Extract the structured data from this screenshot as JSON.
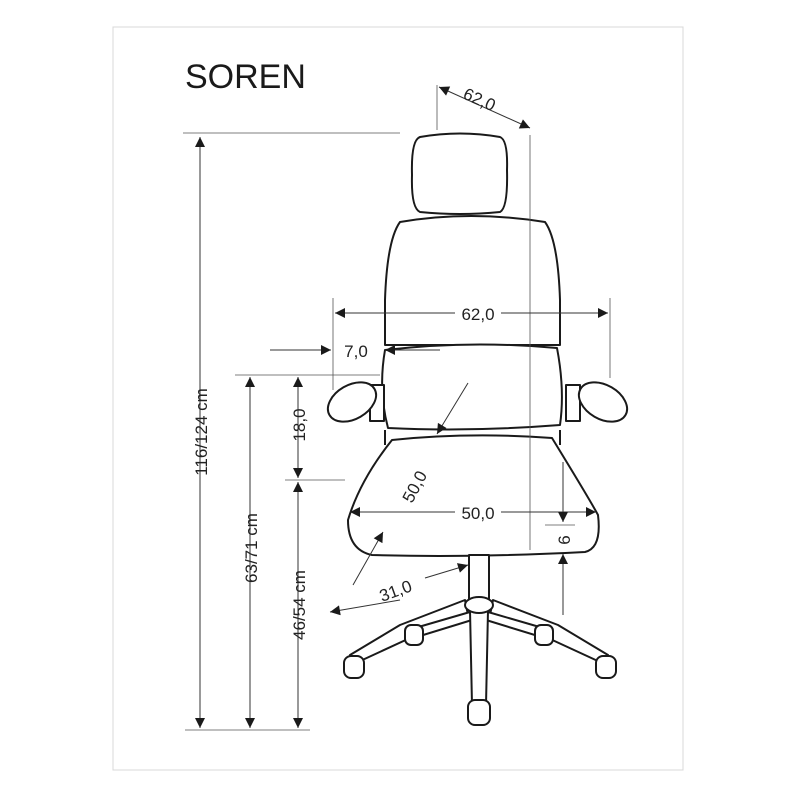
{
  "title": "SOREN",
  "dimensions": {
    "headrest_width": "62,0",
    "backrest_width": "62,0",
    "armrest_offset": "7,0",
    "total_height": "116/124 cm",
    "armrest_height": "63/71 cm",
    "armrest_above_seat": "18,0",
    "seat_height": "46/54 cm",
    "seat_depth": "50,0",
    "seat_width": "50,0",
    "seat_thickness": "6",
    "base_radius": "31,0"
  }
}
